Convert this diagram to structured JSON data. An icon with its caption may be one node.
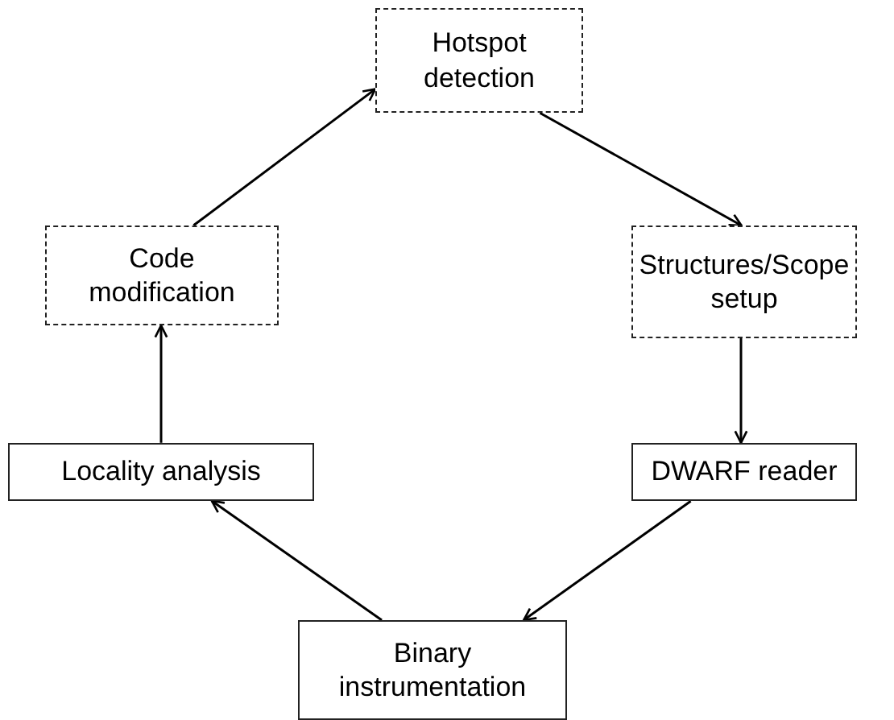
{
  "diagram": {
    "nodes": [
      {
        "text": [
          "Hotspot detection"
        ]
      },
      {
        "text": [
          "Structures/Scope setup"
        ]
      },
      {
        "text": [
          "DWARF reader"
        ]
      },
      {
        "text": [
          "Binary instrumentation"
        ]
      },
      {
        "text": [
          "Locality analysis"
        ]
      },
      {
        "text": [
          "Code modification"
        ]
      }
    ],
    "edges": [
      {
        "from": 0,
        "to": 1,
        "arrow": "to"
      },
      {
        "from": 1,
        "to": 2,
        "arrow": "to"
      },
      {
        "from": 2,
        "to": 3,
        "arrow": "to"
      },
      {
        "from": 3,
        "to": 4,
        "arrow": "to"
      },
      {
        "from": 4,
        "to": 5,
        "arrow": "to"
      },
      {
        "from": 5,
        "to": 0,
        "arrow": "to"
      }
    ]
  }
}
